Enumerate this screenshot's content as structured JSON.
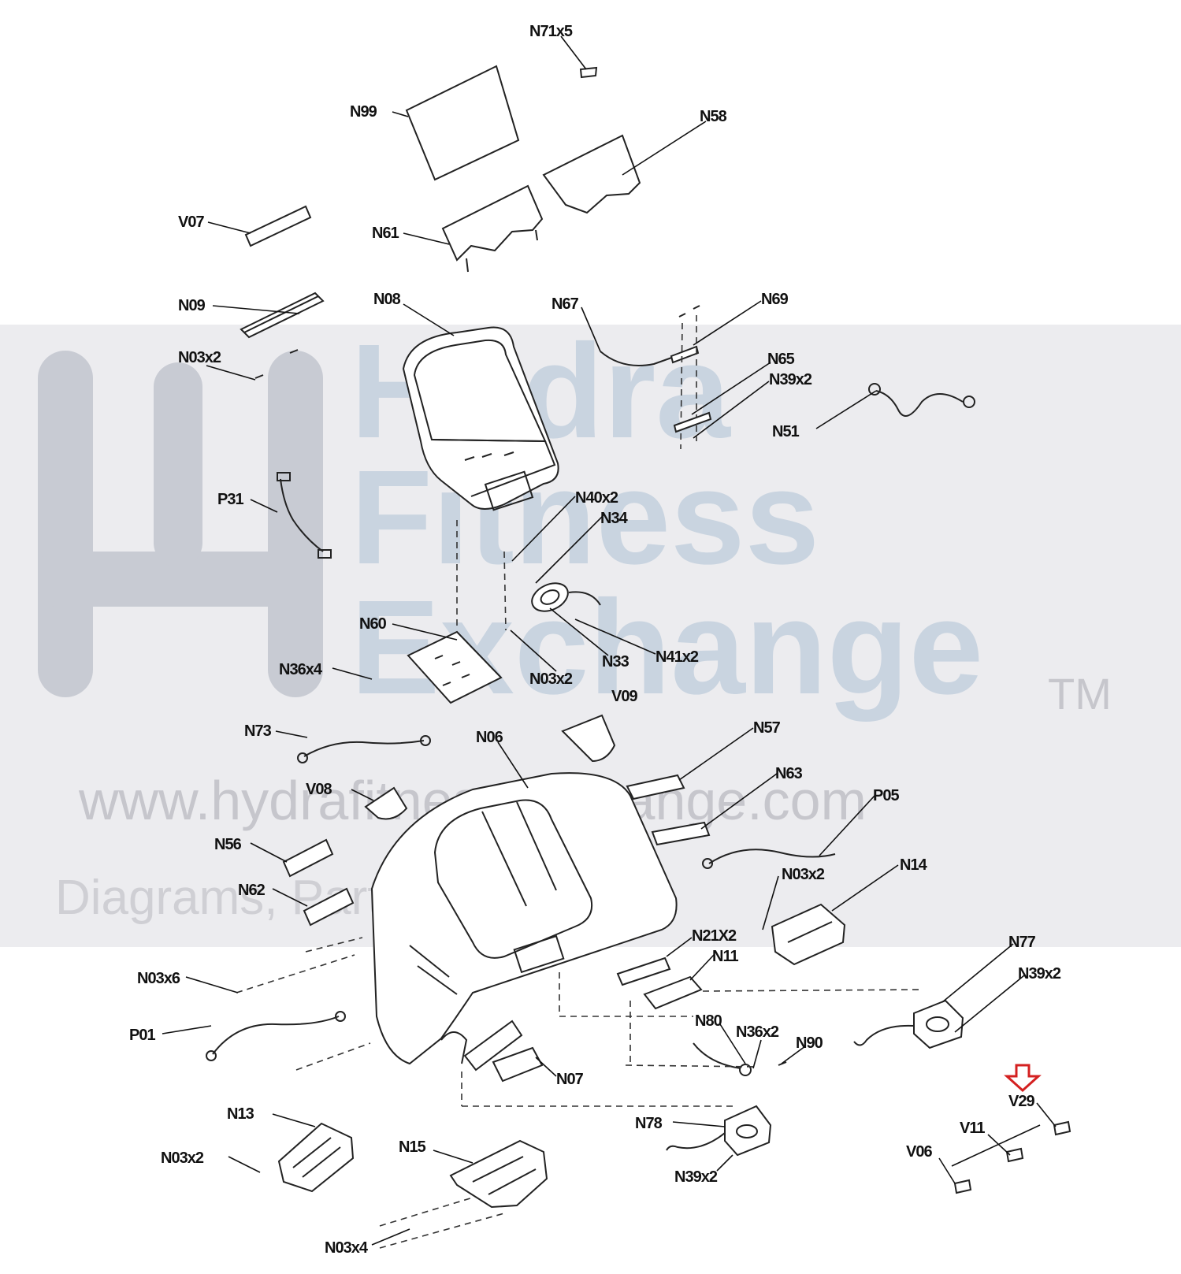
{
  "watermark": {
    "brand_lines": [
      "Hydra",
      "Fitness",
      "Exchange"
    ],
    "trademark": "TM",
    "url": "www.hydrafitnessexchange.com",
    "tagline": "Diagrams, Parts, and More",
    "logo_icon": "hydra-trident-logo-icon",
    "band_color": "#e9e9ec"
  },
  "highlight": {
    "arrow_icon": "down-arrow-icon",
    "color": "#d42020",
    "target_label": "V29"
  },
  "labels": [
    {
      "id": "N71x5",
      "text": "N71x5"
    },
    {
      "id": "N99",
      "text": "N99"
    },
    {
      "id": "N58",
      "text": "N58"
    },
    {
      "id": "V07",
      "text": "V07"
    },
    {
      "id": "N61",
      "text": "N61"
    },
    {
      "id": "N09",
      "text": "N09"
    },
    {
      "id": "N08",
      "text": "N08"
    },
    {
      "id": "N67",
      "text": "N67"
    },
    {
      "id": "N69",
      "text": "N69"
    },
    {
      "id": "N03x2-a",
      "text": "N03x2"
    },
    {
      "id": "N65",
      "text": "N65"
    },
    {
      "id": "N39x2-a",
      "text": "N39x2"
    },
    {
      "id": "N51",
      "text": "N51"
    },
    {
      "id": "P31",
      "text": "P31"
    },
    {
      "id": "N40x2",
      "text": "N40x2"
    },
    {
      "id": "N34",
      "text": "N34"
    },
    {
      "id": "N60",
      "text": "N60"
    },
    {
      "id": "N36x4",
      "text": "N36x4"
    },
    {
      "id": "N33",
      "text": "N33"
    },
    {
      "id": "N41x2",
      "text": "N41x2"
    },
    {
      "id": "N03x2-b",
      "text": "N03x2"
    },
    {
      "id": "V09",
      "text": "V09"
    },
    {
      "id": "N73",
      "text": "N73"
    },
    {
      "id": "N06",
      "text": "N06"
    },
    {
      "id": "N57",
      "text": "N57"
    },
    {
      "id": "V08",
      "text": "V08"
    },
    {
      "id": "N63",
      "text": "N63"
    },
    {
      "id": "P05",
      "text": "P05"
    },
    {
      "id": "N56",
      "text": "N56"
    },
    {
      "id": "N03x2-c",
      "text": "N03x2"
    },
    {
      "id": "N14",
      "text": "N14"
    },
    {
      "id": "N62",
      "text": "N62"
    },
    {
      "id": "N21X2",
      "text": "N21X2"
    },
    {
      "id": "N11",
      "text": "N11"
    },
    {
      "id": "N77",
      "text": "N77"
    },
    {
      "id": "N03x6",
      "text": "N03x6"
    },
    {
      "id": "N39x2-b",
      "text": "N39x2"
    },
    {
      "id": "P01",
      "text": "P01"
    },
    {
      "id": "N80",
      "text": "N80"
    },
    {
      "id": "N36x2",
      "text": "N36x2"
    },
    {
      "id": "N90",
      "text": "N90"
    },
    {
      "id": "N07",
      "text": "N07"
    },
    {
      "id": "V29",
      "text": "V29"
    },
    {
      "id": "N13",
      "text": "N13"
    },
    {
      "id": "N78",
      "text": "N78"
    },
    {
      "id": "V11",
      "text": "V11"
    },
    {
      "id": "N03x2-d",
      "text": "N03x2"
    },
    {
      "id": "N15",
      "text": "N15"
    },
    {
      "id": "V06",
      "text": "V06"
    },
    {
      "id": "N39x2-c",
      "text": "N39x2"
    },
    {
      "id": "N03x4",
      "text": "N03x4"
    }
  ]
}
